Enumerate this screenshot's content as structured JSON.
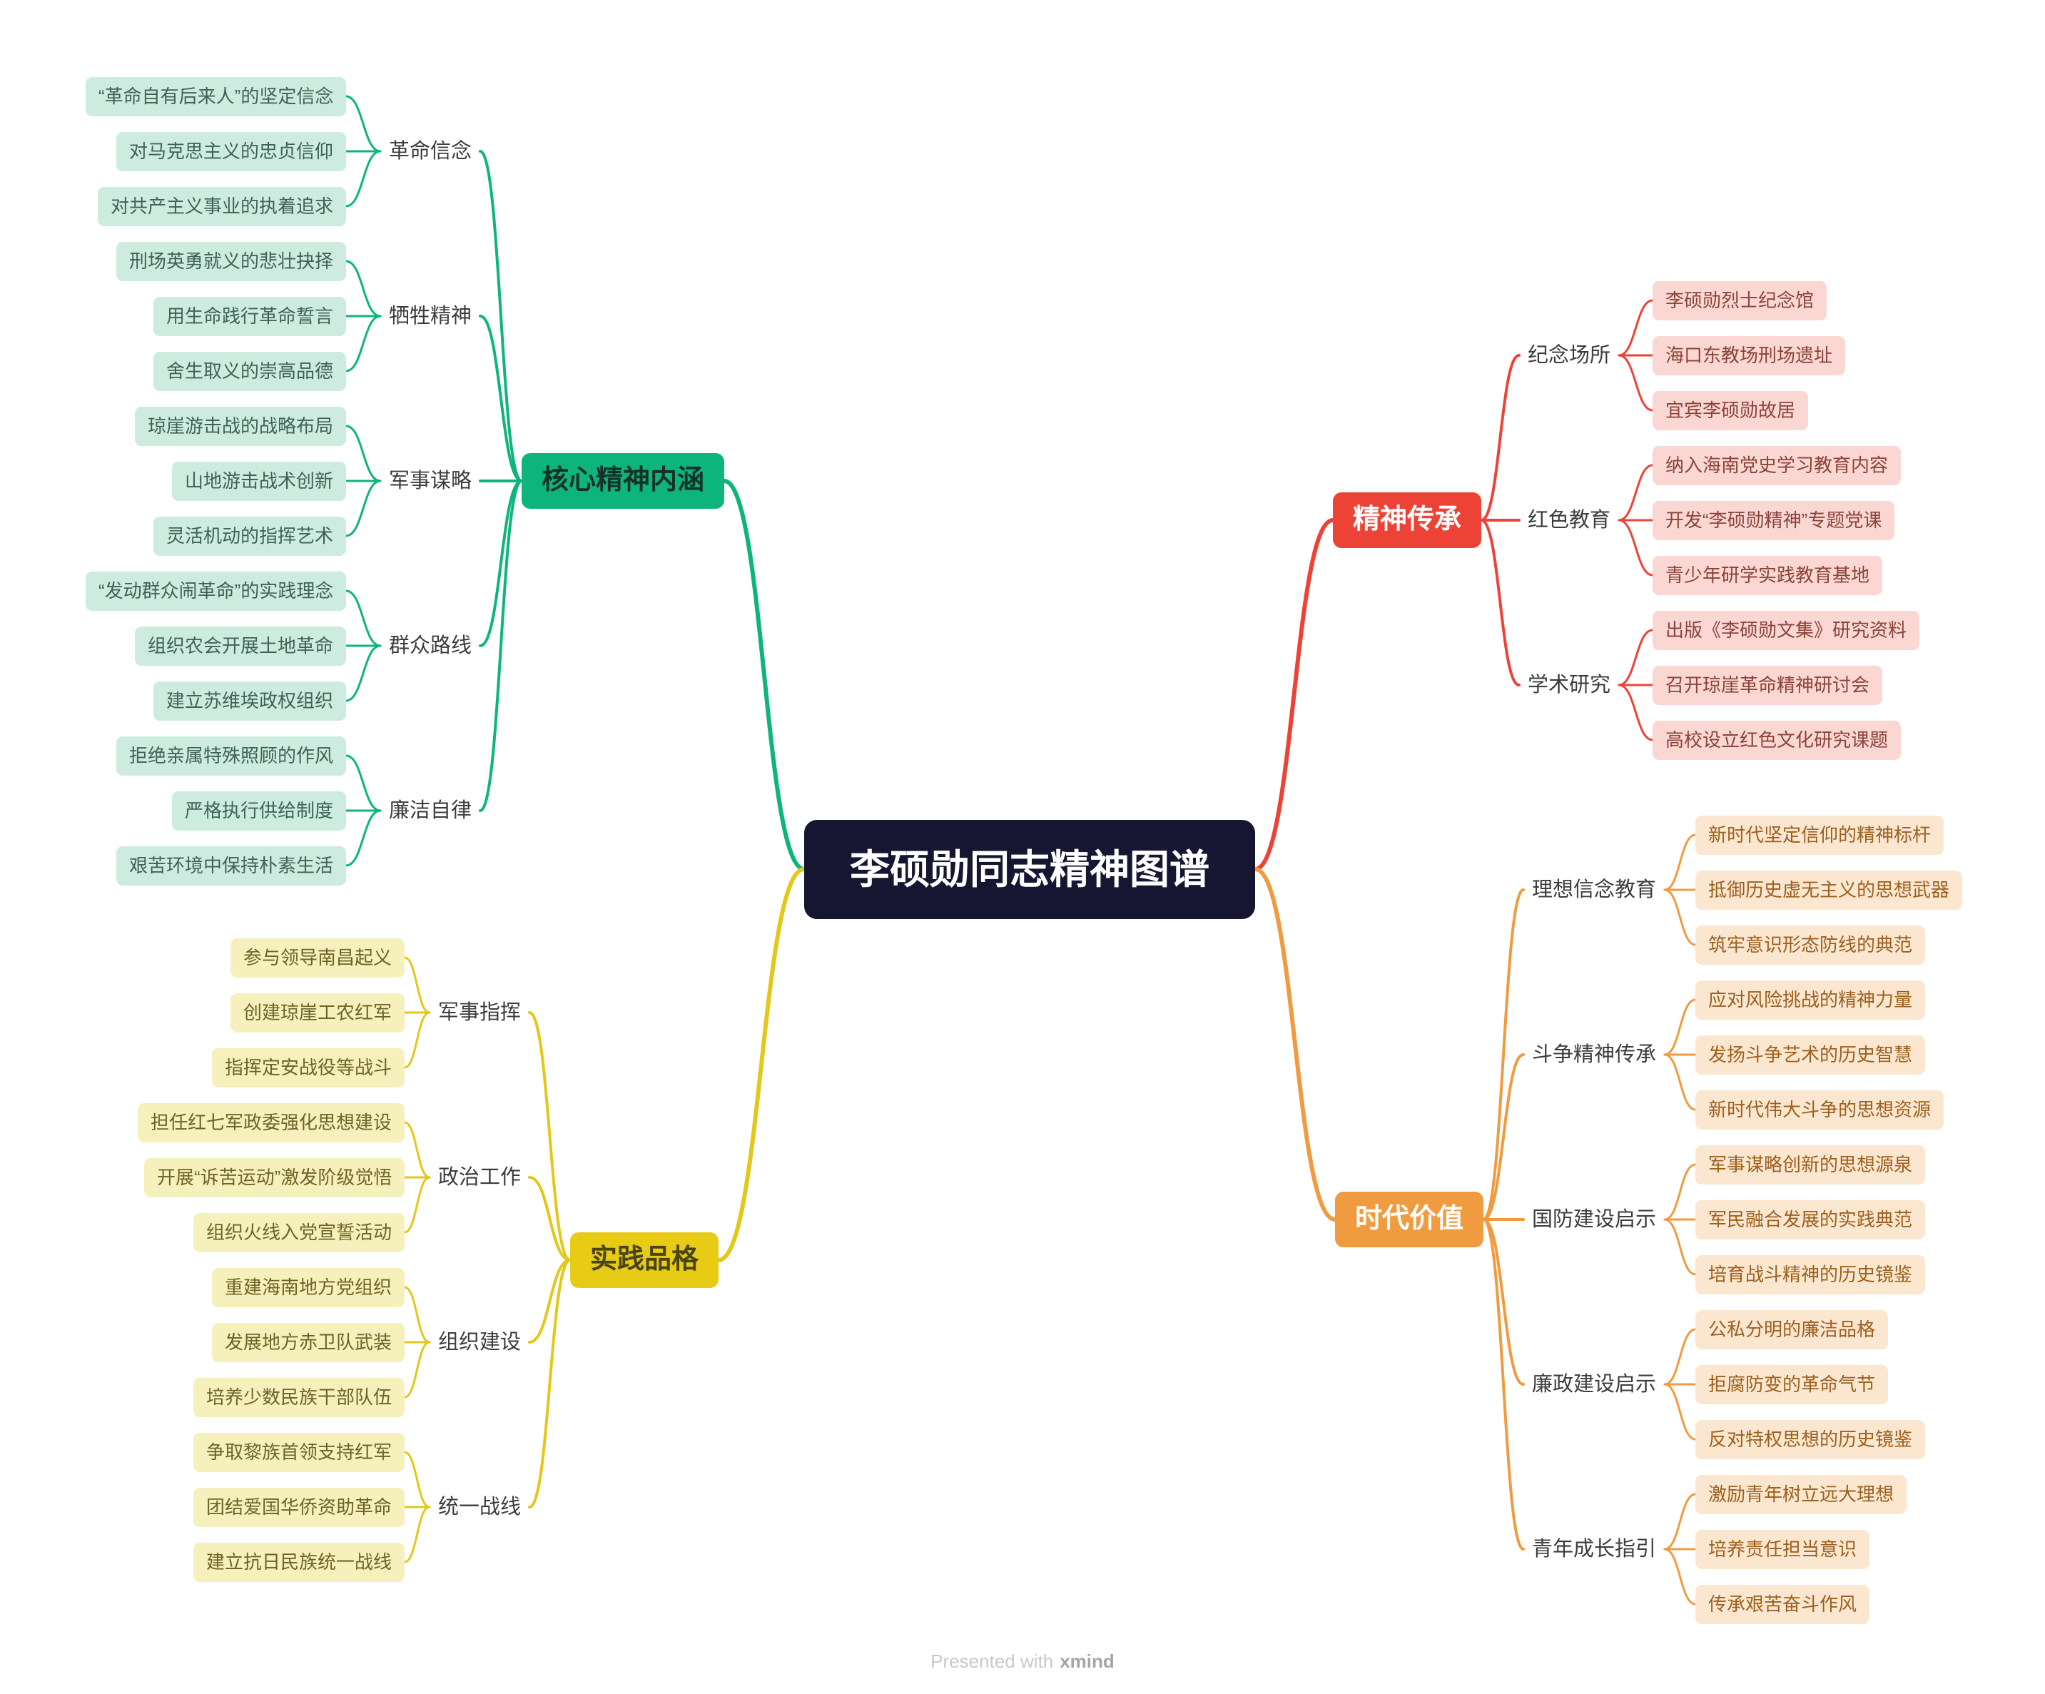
{
  "center": {
    "label": "李硕勋同志精神图谱"
  },
  "footer": {
    "text": "Presented with",
    "brand": "xmind"
  },
  "branches": [
    {
      "label": "核心精神内涵",
      "colors": {
        "line": "#0db57c",
        "main_bg": "#0db57c",
        "main_text": "#14322a",
        "node_bg": "#cdecdf",
        "node_text": "#3f6257",
        "mid_text": "#3c3c3c"
      },
      "children": [
        {
          "label": "革命信念",
          "leaves": [
            "“革命自有后来人”的坚定信念",
            "对马克思主义的忠贞信仰",
            "对共产主义事业的执着追求"
          ]
        },
        {
          "label": "牺牲精神",
          "leaves": [
            "刑场英勇就义的悲壮抉择",
            "用生命践行革命誓言",
            "舍生取义的崇高品德"
          ]
        },
        {
          "label": "军事谋略",
          "leaves": [
            "琼崖游击战的战略布局",
            "山地游击战术创新",
            "灵活机动的指挥艺术"
          ]
        },
        {
          "label": "群众路线",
          "leaves": [
            "“发动群众闹革命”的实践理念",
            "组织农会开展土地革命",
            "建立苏维埃政权组织"
          ]
        },
        {
          "label": "廉洁自律",
          "leaves": [
            "拒绝亲属特殊照顾的作风",
            "严格执行供给制度",
            "艰苦环境中保持朴素生活"
          ]
        }
      ]
    },
    {
      "label": "精神传承",
      "colors": {
        "line": "#ed4337",
        "main_bg": "#ed4337",
        "main_text": "#ffffff",
        "node_bg": "#fad7d2",
        "node_text": "#8a443b",
        "mid_text": "#3c3c3c"
      },
      "children": [
        {
          "label": "纪念场所",
          "leaves": [
            "李硕勋烈士纪念馆",
            "海口东教场刑场遗址",
            "宜宾李硕勋故居"
          ]
        },
        {
          "label": "红色教育",
          "leaves": [
            "纳入海南党史学习教育内容",
            "开发“李硕勋精神”专题党课",
            "青少年研学实践教育基地"
          ]
        },
        {
          "label": "学术研究",
          "leaves": [
            "出版《李硕勋文集》研究资料",
            "召开琼崖革命精神研讨会",
            "高校设立红色文化研究课题"
          ]
        }
      ]
    },
    {
      "label": "实践品格",
      "colors": {
        "line": "#e3c719",
        "main_bg": "#e7cb15",
        "main_text": "#4a4413",
        "node_bg": "#f6f0bc",
        "node_text": "#6d6426",
        "mid_text": "#3c3c3c"
      },
      "children": [
        {
          "label": "军事指挥",
          "leaves": [
            "参与领导南昌起义",
            "创建琼崖工农红军",
            "指挥定安战役等战斗"
          ]
        },
        {
          "label": "政治工作",
          "leaves": [
            "担任红七军政委强化思想建设",
            "开展“诉苦运动”激发阶级觉悟",
            "组织火线入党宣誓活动"
          ]
        },
        {
          "label": "组织建设",
          "leaves": [
            "重建海南地方党组织",
            "发展地方赤卫队武装",
            "培养少数民族干部队伍"
          ]
        },
        {
          "label": "统一战线",
          "leaves": [
            "争取黎族首领支持红军",
            "团结爱国华侨资助革命",
            "建立抗日民族统一战线"
          ]
        }
      ]
    },
    {
      "label": "时代价值",
      "colors": {
        "line": "#f09b40",
        "main_bg": "#f09b40",
        "main_text": "#ffffff",
        "node_bg": "#fbe7cf",
        "node_text": "#9c6020",
        "mid_text": "#3c3c3c"
      },
      "children": [
        {
          "label": "理想信念教育",
          "leaves": [
            "新时代坚定信仰的精神标杆",
            "抵御历史虚无主义的思想武器",
            "筑牢意识形态防线的典范"
          ]
        },
        {
          "label": "斗争精神传承",
          "leaves": [
            "应对风险挑战的精神力量",
            "发扬斗争艺术的历史智慧",
            "新时代伟大斗争的思想资源"
          ]
        },
        {
          "label": "国防建设启示",
          "leaves": [
            "军事谋略创新的思想源泉",
            "军民融合发展的实践典范",
            "培育战斗精神的历史镜鉴"
          ]
        },
        {
          "label": "廉政建设启示",
          "leaves": [
            "公私分明的廉洁品格",
            "拒腐防变的革命气节",
            "反对特权思想的历史镜鉴"
          ]
        },
        {
          "label": "青年成长指引",
          "leaves": [
            "激励青年树立远大理想",
            "培养责任担当意识",
            "传承艰苦奋斗作风"
          ]
        }
      ]
    }
  ]
}
